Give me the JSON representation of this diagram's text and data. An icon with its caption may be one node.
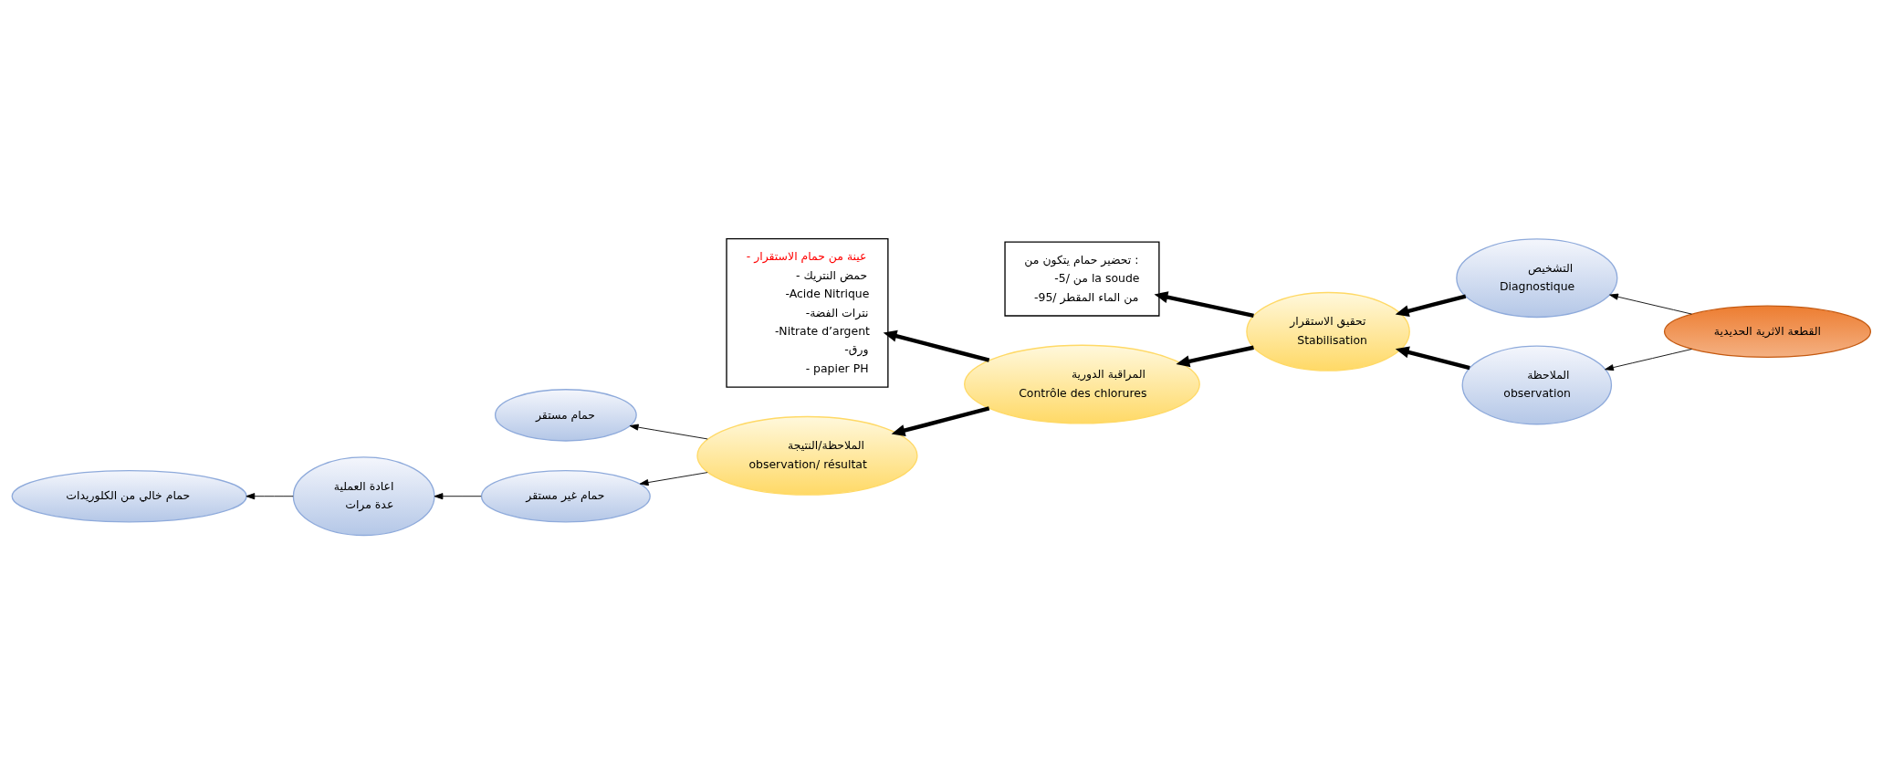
{
  "diagram": {
    "nodes": [
      {
        "text": [
          "القطعة الاثرية الحديدية"
        ]
      },
      {
        "text": [
          "التشخيص",
          "Diagnostique"
        ]
      },
      {
        "text": [
          "الملاحظة",
          "observation"
        ]
      },
      {
        "text": [
          "تحقيق الاستقرار",
          "Stabilisation"
        ]
      },
      {
        "text": [
          "تحضير حمام يتكون من :",
          "-5/ من la soude",
          "-95/ من الماء المقطر"
        ]
      },
      {
        "text": [
          "المراقبة الدورية",
          "Contrôle des chlorures"
        ]
      },
      {
        "text": [
          "- عينة من حمام الاستقرار",
          "- حمض النتريك",
          "-Acide Nitrique",
          "-نترات الفضة",
          "-Nitrate d’argent",
          "-ورق",
          "- papier PH"
        ]
      },
      {
        "text": [
          "الملاحظة/النتيجة",
          "observation/ résultat"
        ]
      },
      {
        "text": [
          "حمام مستقر"
        ]
      },
      {
        "text": [
          "حمام غير مستقر"
        ]
      },
      {
        "text": [
          "اعادة العملية",
          "عدة مرات"
        ]
      },
      {
        "text": [
          "حمام خالي من الكلوريدات"
        ]
      }
    ],
    "edges": [
      {
        "from": 0,
        "to": 1,
        "arrow": "to"
      },
      {
        "from": 0,
        "to": 2,
        "arrow": "to"
      },
      {
        "from": 1,
        "to": 3,
        "arrow": "to",
        "style": "thick"
      },
      {
        "from": 2,
        "to": 3,
        "arrow": "to",
        "style": "thick"
      },
      {
        "from": 3,
        "to": 4,
        "arrow": "to",
        "style": "thick"
      },
      {
        "from": 3,
        "to": 5,
        "arrow": "to",
        "style": "thick"
      },
      {
        "from": 5,
        "to": 6,
        "arrow": "to",
        "style": "thick"
      },
      {
        "from": 5,
        "to": 7,
        "arrow": "to",
        "style": "thick"
      },
      {
        "from": 7,
        "to": 8,
        "arrow": "to"
      },
      {
        "from": 7,
        "to": 9,
        "arrow": "to"
      },
      {
        "from": 9,
        "to": 10,
        "arrow": "to"
      },
      {
        "from": 10,
        "to": 11,
        "arrow": "to"
      }
    ]
  }
}
